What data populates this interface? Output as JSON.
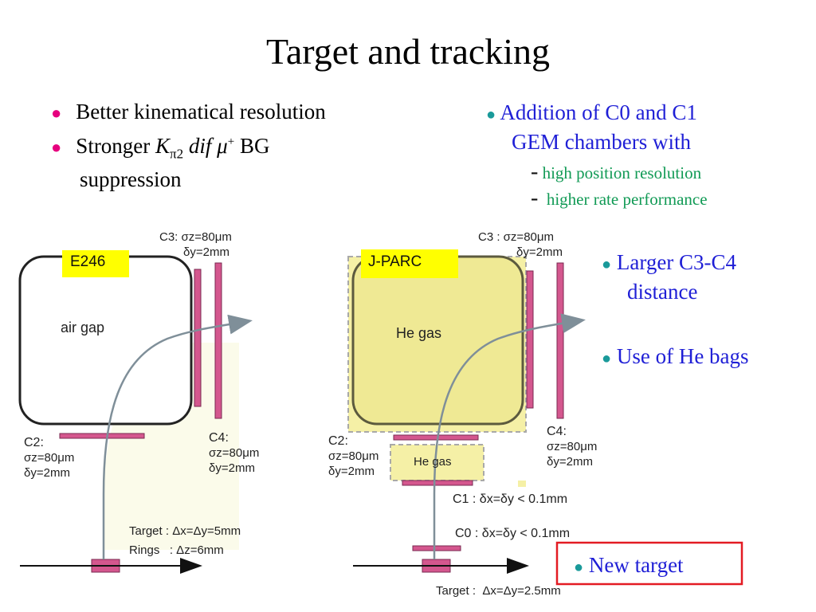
{
  "title": "Target and tracking",
  "left_bullets": {
    "b1": "Better kinematical resolution",
    "b2_pre": "Stronger ",
    "b2_k": "K",
    "b2_sub": "π2",
    "b2_dif": " dif ",
    "b2_mu": "μ",
    "b2_sup": "+",
    "b2_post": " BG",
    "b2_line2": "suppression"
  },
  "right_bullets": {
    "gem_line1": "Addition of C0 and C1",
    "gem_line2": "GEM chambers with",
    "sub1": "high position resolution",
    "sub2": "higher rate performance",
    "c3c4_line1": "Larger C3-C4",
    "c3c4_line2": "distance",
    "he_bags": "Use of He bags",
    "new_target": "New target"
  },
  "e246": {
    "tag": "E246",
    "gap_label": "air gap",
    "c3_label": "C3: σz=80μm",
    "c3_dy": "δy=2mm",
    "c2_label": "C2:",
    "c2_sz": "σz=80μm",
    "c2_dy": "δy=2mm",
    "c4_label": "C4:",
    "c4_sz": "σz=80μm",
    "c4_dy": "δy=2mm",
    "target": "Target : Δx=Δy=5mm",
    "rings": "Rings   : Δz=6mm"
  },
  "jparc": {
    "tag": "J-PARC",
    "gas_label": "He gas",
    "gas_small": "He gas",
    "c3_label": "C3 : σz=80μm",
    "c3_dy": "δy=2mm",
    "c2_label": "C2:",
    "c2_sz": "σz=80μm",
    "c2_dy": "δy=2mm",
    "c4_label": "C4:",
    "c4_sz": "σz=80μm",
    "c4_dy": "δy=2mm",
    "c1": "C1 : δx=δy < 0.1mm",
    "c0": "C0 : δx=δy < 0.1mm",
    "target": "Target :  Δx=Δy=2.5mm"
  },
  "colors": {
    "magenta": "#e6007e",
    "blue": "#1f1fd6",
    "green": "#119a55",
    "teal": "#1a9a9a",
    "detector_pink": "#d4578e",
    "tag_yellow": "#ffff00",
    "he_fill": "#f5f0a6",
    "red_box": "#e31b23"
  }
}
